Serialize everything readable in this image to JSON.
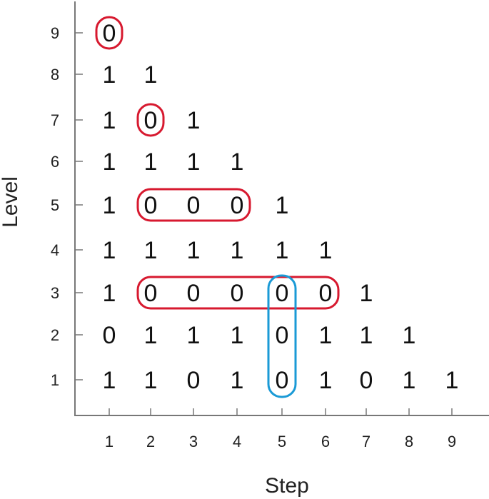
{
  "chart_data": {
    "type": "table",
    "title": "",
    "xlabel": "Step",
    "ylabel": "Level",
    "x_ticks": [
      "1",
      "2",
      "3",
      "4",
      "5",
      "6",
      "7",
      "8",
      "9"
    ],
    "y_ticks": [
      "1",
      "2",
      "3",
      "4",
      "5",
      "6",
      "7",
      "8",
      "9"
    ],
    "rows": [
      {
        "level": 9,
        "values": [
          "0"
        ]
      },
      {
        "level": 8,
        "values": [
          "1",
          "1"
        ]
      },
      {
        "level": 7,
        "values": [
          "1",
          "0",
          "1"
        ]
      },
      {
        "level": 6,
        "values": [
          "1",
          "1",
          "1",
          "1"
        ]
      },
      {
        "level": 5,
        "values": [
          "1",
          "0",
          "0",
          "0",
          "1"
        ]
      },
      {
        "level": 4,
        "values": [
          "1",
          "1",
          "1",
          "1",
          "1",
          "1"
        ]
      },
      {
        "level": 3,
        "values": [
          "1",
          "0",
          "0",
          "0",
          "0",
          "0",
          "1"
        ]
      },
      {
        "level": 2,
        "values": [
          "0",
          "1",
          "1",
          "1",
          "0",
          "1",
          "1",
          "1"
        ]
      },
      {
        "level": 1,
        "values": [
          "1",
          "1",
          "0",
          "1",
          "0",
          "1",
          "0",
          "1",
          "1"
        ]
      }
    ],
    "highlights": [
      {
        "color": "#d7192f",
        "level": 9,
        "steps": [
          1,
          1
        ]
      },
      {
        "color": "#d7192f",
        "level": 7,
        "steps": [
          2,
          2
        ]
      },
      {
        "color": "#d7192f",
        "level": 5,
        "steps": [
          2,
          4
        ]
      },
      {
        "color": "#d7192f",
        "level": 3,
        "steps": [
          2,
          6
        ]
      },
      {
        "color": "#1a9ad6",
        "step": 5,
        "levels": [
          1,
          3
        ]
      }
    ]
  },
  "colors": {
    "red": "#d7192f",
    "blue": "#1a9ad6",
    "axis": "#777777"
  }
}
